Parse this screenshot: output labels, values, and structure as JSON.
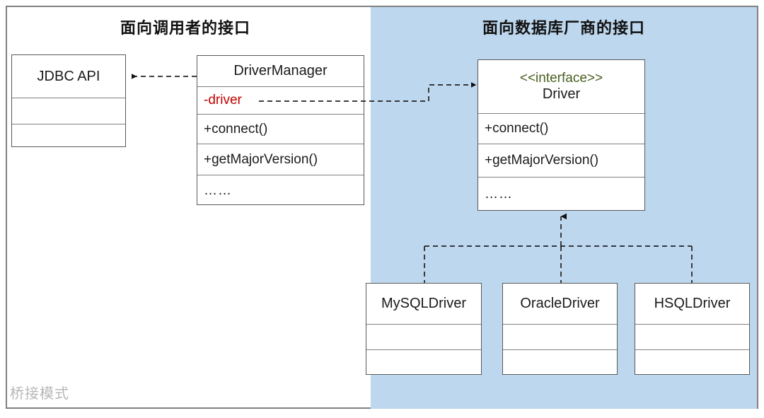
{
  "diagram": {
    "watermark": "桥接模式",
    "colors": {
      "panel_blue": "#bdd7ee",
      "box_border": "#595959",
      "stereotype_green": "#4a6021",
      "attribute_red": "#c00000",
      "frame_gray": "#808080",
      "watermark_gray": "#b7b7b7"
    }
  },
  "panels": {
    "left": {
      "title": "面向调用者的接口"
    },
    "right": {
      "title": "面向数据库厂商的接口"
    }
  },
  "boxes": {
    "jdbc_api": {
      "name": "JDBC API",
      "rows": [
        "JDBC API",
        "",
        ""
      ]
    },
    "driver_manager": {
      "name": "DriverManager",
      "title": "DriverManager",
      "attribute": "-driver",
      "methods": [
        "+connect()",
        "+getMajorVersion()",
        "……"
      ]
    },
    "driver_interface": {
      "name": "Driver",
      "stereotype": "<<interface>>",
      "title": "Driver",
      "methods": [
        "+connect()",
        "+getMajorVersion()",
        "……"
      ]
    },
    "mysql_driver": {
      "name": "MySQLDriver",
      "title": "MySQLDriver",
      "rows": [
        "",
        ""
      ]
    },
    "oracle_driver": {
      "name": "OracleDriver",
      "title": "OracleDriver",
      "rows": [
        "",
        ""
      ]
    },
    "hsql_driver": {
      "name": "HSQLDriver",
      "title": "HSQLDriver",
      "rows": [
        "",
        ""
      ]
    }
  },
  "connectors": {
    "dependency_drivermanager_to_jdbcapi": "dashed-arrow",
    "association_driver_to_interface": "dashed-arrow",
    "realization_mysql_to_driver": "dashed-arrow",
    "realization_oracle_to_driver": "dashed-arrow",
    "realization_hsql_to_driver": "dashed-arrow"
  }
}
